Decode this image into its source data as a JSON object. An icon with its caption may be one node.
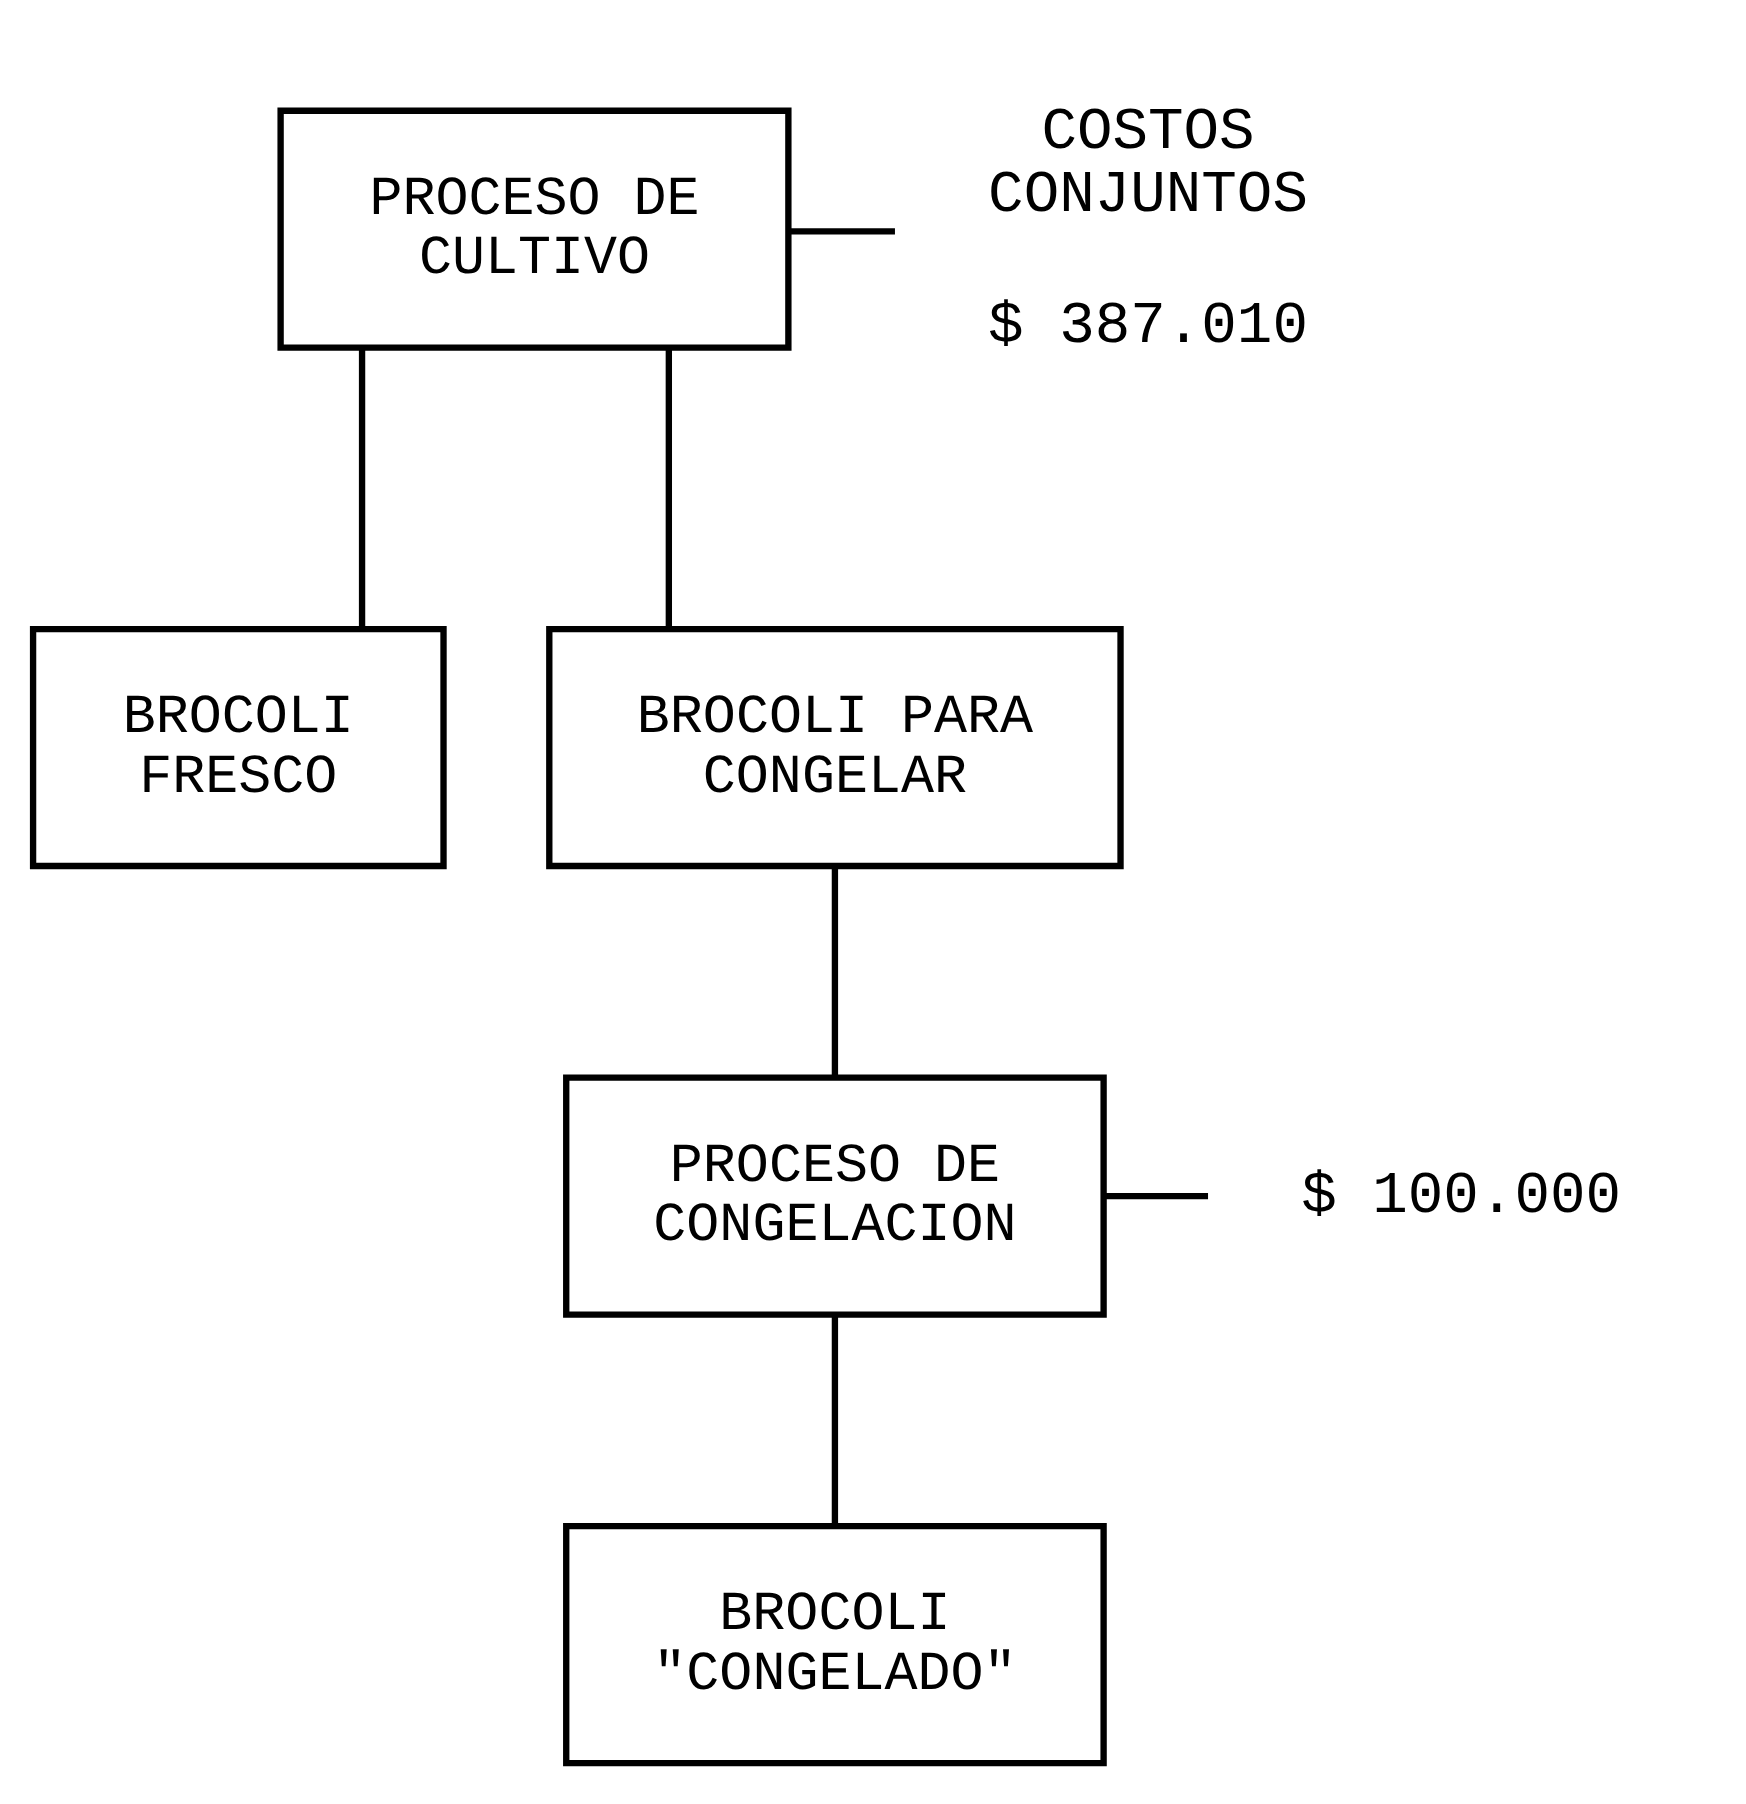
{
  "diagram": {
    "nodes": [
      {
        "text": [
          "PROCESO DE CULTIVO"
        ],
        "beside": [
          "COSTOS CONJUNTOS",
          "$ 387.010"
        ]
      },
      {
        "text": [
          "BROCOLI FRESCO"
        ]
      },
      {
        "text": [
          "BROCOLI PARA CONGELAR"
        ]
      },
      {
        "text": [
          "PROCESO DE CONGELACION"
        ],
        "beside": [
          "$ 100.000"
        ]
      },
      {
        "text": [
          "BROCOLI \"CONGELADO\""
        ]
      }
    ],
    "edges": [
      {
        "from": 0,
        "to": 1,
        "arrow": "none"
      },
      {
        "from": 0,
        "to": 2,
        "arrow": "none"
      },
      {
        "from": 2,
        "to": 3,
        "arrow": "none"
      },
      {
        "from": 3,
        "to": 4,
        "arrow": "none"
      }
    ]
  }
}
